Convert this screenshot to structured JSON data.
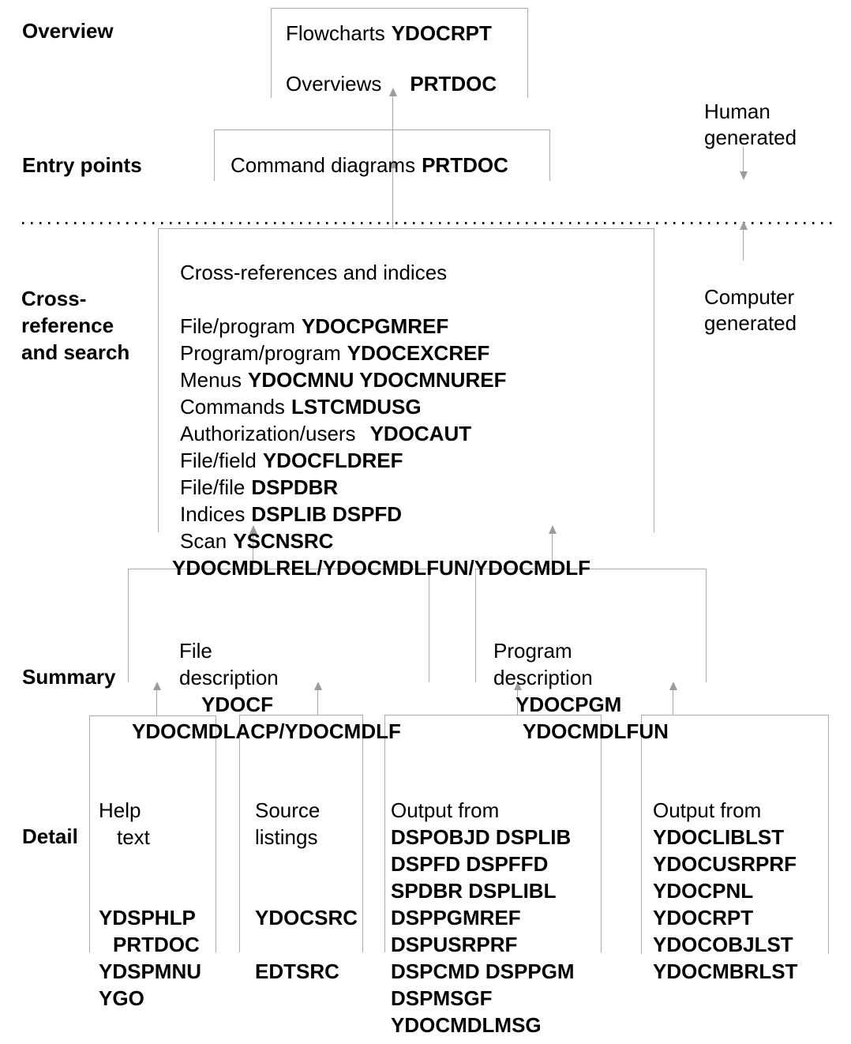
{
  "palette": {
    "background": "#ffffff",
    "box_border": "#ababab",
    "arrow": "#9c9c9c",
    "dotted_rule": "#151515",
    "text": "#000000"
  },
  "row_labels": {
    "overview": "Overview",
    "entry_points": "Entry points",
    "crossref_line1": "Cross-",
    "crossref_line2": "reference",
    "crossref_line3": "and search",
    "summary": "Summary",
    "detail": "Detail"
  },
  "annotations": {
    "human": {
      "line1": "Human",
      "line2": "generated"
    },
    "computer": {
      "line1": "Computer",
      "line2": "generated"
    }
  },
  "overview_box": {
    "row1": {
      "label": "Flowcharts",
      "cmd": "YDOCRPT"
    },
    "row2": {
      "label": "Overviews",
      "cmd": "PRTDOC"
    }
  },
  "entry_box": {
    "label": "Command diagrams",
    "cmd": "PRTDOC"
  },
  "crossref_box": {
    "title": "Cross-references and indices",
    "items": [
      {
        "label": "File/program",
        "cmd": "YDOCPGMREF"
      },
      {
        "label": "Program/program",
        "cmd": "YDOCEXCREF"
      },
      {
        "label": "Menus",
        "cmd": "YDOCMNU YDOCMNUREF"
      },
      {
        "label": "Commands",
        "cmd": "LSTCMDUSG"
      },
      {
        "label": "Authorization/users",
        "cmd": "YDOCAUT"
      },
      {
        "label": "File/field",
        "cmd": "YDOCFLDREF"
      },
      {
        "label": "File/file",
        "cmd": "DSPDBR"
      },
      {
        "label": "Indices",
        "cmd": "DSPLIB DSPFD"
      },
      {
        "label": "Scan",
        "cmd": "YSCNSRC"
      }
    ],
    "footer": "YDOCMDLREL/YDOCMDLFUN/YDOCMDLF"
  },
  "summary_boxes": {
    "file": {
      "name_line1": "File",
      "name_line2": "description",
      "cmd": "YDOCF",
      "footer": "YDOCMDLACP/YDOCMDLF"
    },
    "program": {
      "name_line1": "Program",
      "name_line2": "description",
      "cmd": "YDOCPGM",
      "footer": "YDOCMDLFUN"
    }
  },
  "detail_boxes": {
    "help": {
      "title_line1": "Help",
      "title_line2": "text",
      "cmds": [
        "YDSPHLP",
        "PRTDOC",
        "YDSPMNU",
        "YGO"
      ]
    },
    "source": {
      "title_line1": "Source",
      "title_line2": "listings",
      "cmd1": "YDOCSRC",
      "cmd2": "EDTSRC"
    },
    "output_display": {
      "title": "Output from",
      "cmds": [
        "DSPOBJD DSPLIB",
        "DSPFD DSPFFD",
        "SPDBR DSPLIBL",
        "DSPPGMREF",
        "DSPUSRPRF",
        "DSPCMD DSPPGM",
        "DSPMSGF",
        "YDOCMDLMSG"
      ]
    },
    "output_ydoc": {
      "title": "Output from",
      "cmds": [
        "YDOCLIBLST",
        "YDOCUSRPRF",
        "YDOCPNL",
        "YDOCRPT",
        "YDOCOBJLST",
        "YDOCMBRLST"
      ]
    }
  }
}
